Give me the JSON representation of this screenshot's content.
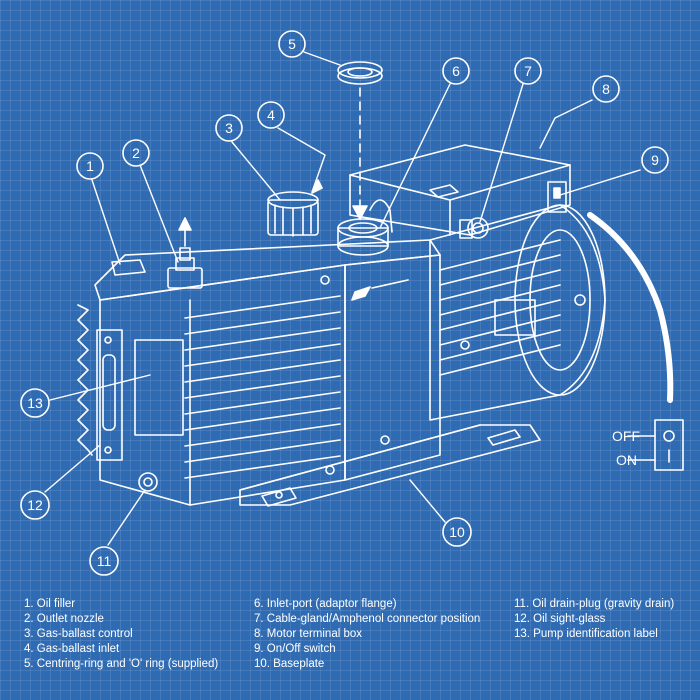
{
  "callouts": [
    {
      "num": "1"
    },
    {
      "num": "2"
    },
    {
      "num": "3"
    },
    {
      "num": "4"
    },
    {
      "num": "5"
    },
    {
      "num": "6"
    },
    {
      "num": "7"
    },
    {
      "num": "8"
    },
    {
      "num": "9"
    },
    {
      "num": "10"
    },
    {
      "num": "11"
    },
    {
      "num": "12"
    },
    {
      "num": "13"
    }
  ],
  "switch": {
    "off_label": "OFF",
    "on_label": "ON"
  },
  "legend": {
    "col1": [
      "1. Oil filler",
      "2. Outlet nozzle",
      "3. Gas-ballast control",
      "4. Gas-ballast inlet",
      "5. Centring-ring and 'O' ring (supplied)"
    ],
    "col2": [
      "6. Inlet-port (adaptor flange)",
      "7. Cable-gland/Amphenol connector position",
      "8. Motor terminal box",
      "9. On/Off switch",
      "10. Baseplate"
    ],
    "col3": [
      "11. Oil drain-plug (gravity drain)",
      "12. Oil sight-glass",
      "13. Pump identification label"
    ]
  },
  "colors": {
    "background": "#2f6bb3",
    "line": "#ffffff"
  }
}
